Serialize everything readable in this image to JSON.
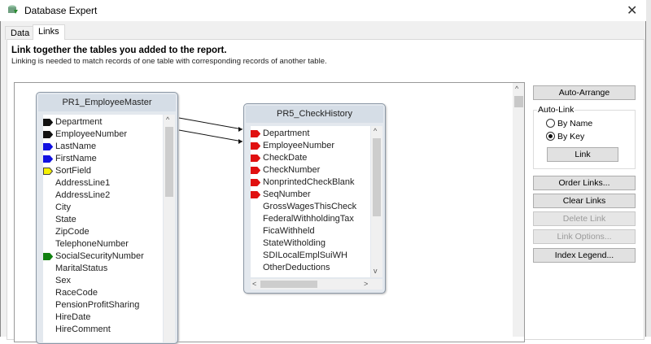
{
  "window": {
    "title": "Database Expert",
    "icon": "database-expert-icon",
    "close_icon": "close-icon"
  },
  "tabs": [
    {
      "label": "Data",
      "active": false
    },
    {
      "label": "Links",
      "active": true
    }
  ],
  "header": {
    "heading": "Link together the tables you added to the report.",
    "subtext": "Linking is needed to match records of one table with corresponding records of another table."
  },
  "tables": [
    {
      "name": "PR1_EmployeeMaster",
      "fields": [
        {
          "label": "Department",
          "flag": "#111111"
        },
        {
          "label": "EmployeeNumber",
          "flag": "#111111"
        },
        {
          "label": "LastName",
          "flag": "#1010e0"
        },
        {
          "label": "FirstName",
          "flag": "#1010e0"
        },
        {
          "label": "SortField",
          "flag": "#f5f000"
        },
        {
          "label": "AddressLine1"
        },
        {
          "label": "AddressLine2"
        },
        {
          "label": "City"
        },
        {
          "label": "State"
        },
        {
          "label": "ZipCode"
        },
        {
          "label": "TelephoneNumber"
        },
        {
          "label": "SocialSecurityNumber",
          "flag": "#108010"
        },
        {
          "label": "MaritalStatus"
        },
        {
          "label": "Sex"
        },
        {
          "label": "RaceCode"
        },
        {
          "label": "PensionProfitSharing"
        },
        {
          "label": "HireDate"
        },
        {
          "label": "HireComment"
        }
      ]
    },
    {
      "name": "PR5_CheckHistory",
      "fields": [
        {
          "label": "Department",
          "flag": "#e01010"
        },
        {
          "label": "EmployeeNumber",
          "flag": "#e01010"
        },
        {
          "label": "CheckDate",
          "flag": "#e01010"
        },
        {
          "label": "CheckNumber",
          "flag": "#e01010"
        },
        {
          "label": "NonprintedCheckBlank",
          "flag": "#e01010"
        },
        {
          "label": "SeqNumber",
          "flag": "#e01010"
        },
        {
          "label": "GrossWagesThisCheck"
        },
        {
          "label": "FederalWithholdingTax"
        },
        {
          "label": "FicaWithheld"
        },
        {
          "label": "StateWitholding"
        },
        {
          "label": "SDILocalEmplSuiWH"
        },
        {
          "label": "OtherDeductions"
        }
      ]
    }
  ],
  "links": [
    {
      "from": "PR1_EmployeeMaster.Department",
      "to": "PR5_CheckHistory.Department"
    },
    {
      "from": "PR1_EmployeeMaster.EmployeeNumber",
      "to": "PR5_CheckHistory.EmployeeNumber"
    }
  ],
  "side": {
    "auto_arrange": "Auto-Arrange",
    "auto_link": {
      "label": "Auto-Link",
      "by_name": "By Name",
      "by_key": "By Key",
      "selected": "By Key",
      "link": "Link"
    },
    "order_links": "Order Links...",
    "clear_links": "Clear Links",
    "delete_link": "Delete Link",
    "link_options": "Link Options...",
    "index_legend": "Index Legend..."
  }
}
